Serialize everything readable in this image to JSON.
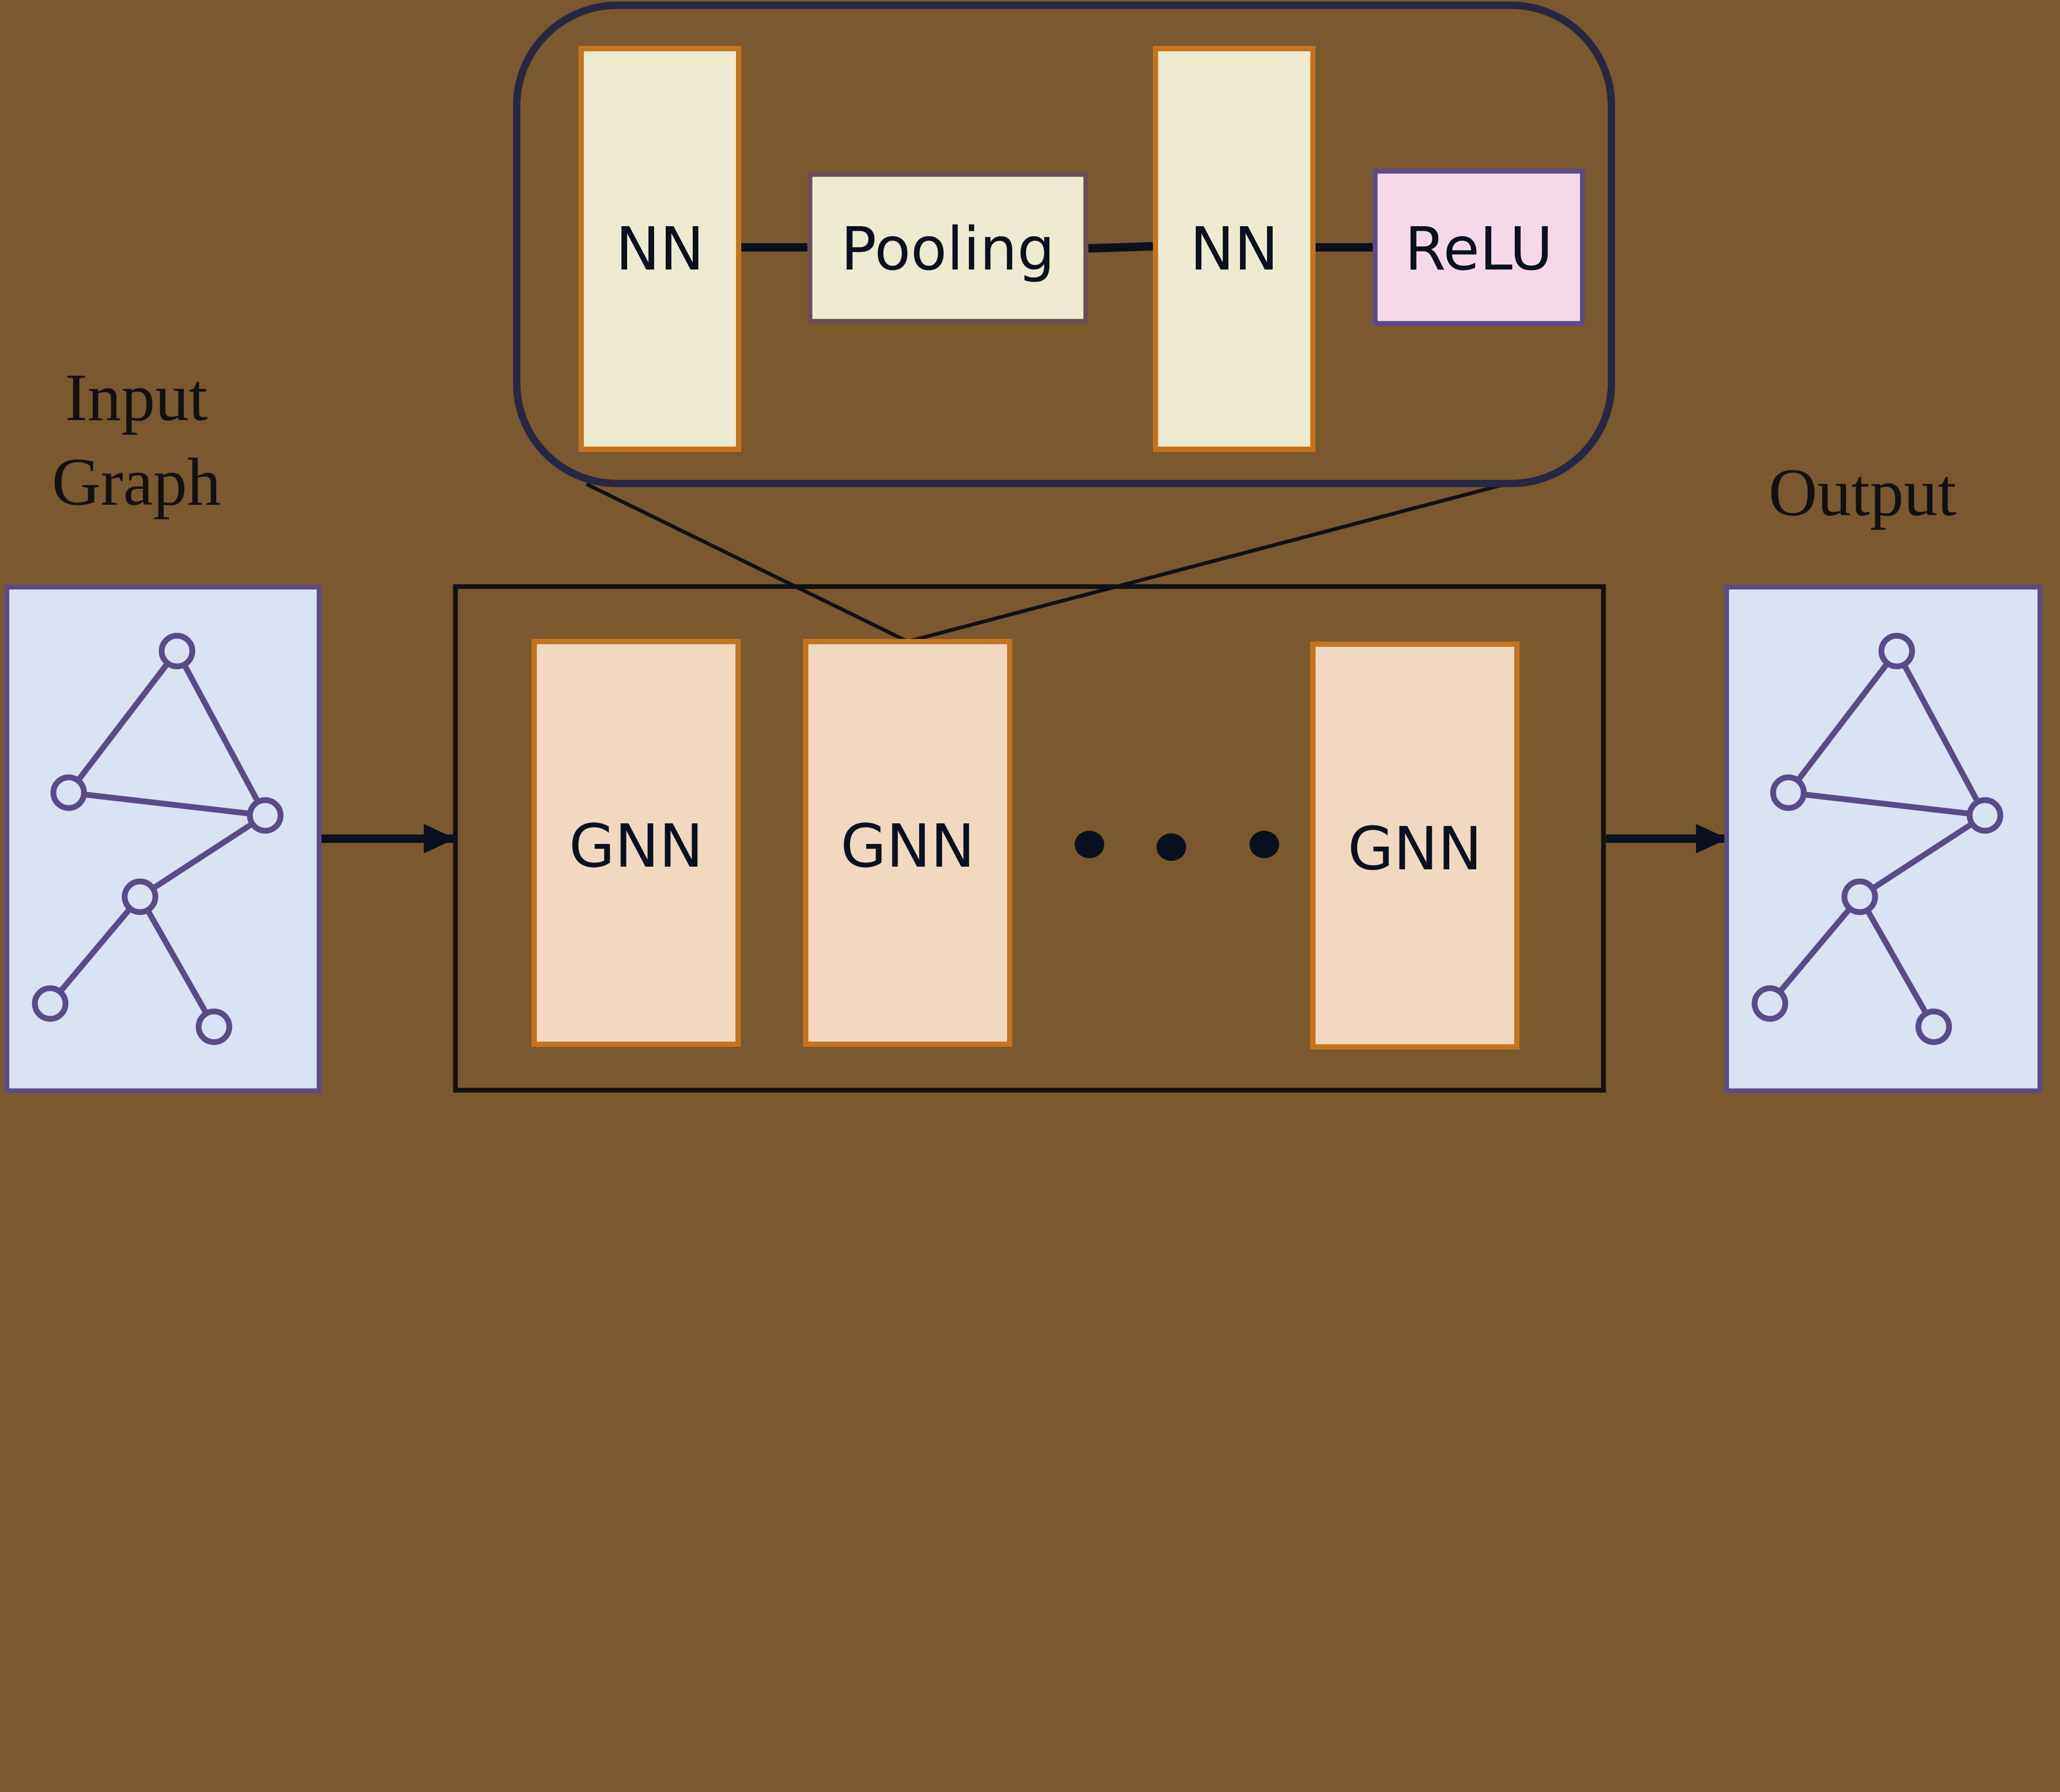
{
  "labels": {
    "input_line1": "Input",
    "input_line2": "Graph",
    "output": "Output"
  },
  "detail_block": {
    "nn_first": "NN",
    "pooling": "Pooling",
    "nn_second": "NN",
    "relu": "ReLU"
  },
  "gnn_stack": {
    "block1": "GNN",
    "block2": "GNN",
    "block3": "GNN",
    "ellipsis": "• • •"
  },
  "colors": {
    "background": "#7a592e",
    "graph_panel_fill": "#dae3f3",
    "graph_panel_border": "#5b4a8a",
    "node_and_edge": "#5b4a8a",
    "nn_fill": "#eeead1",
    "nn_border": "#c5741d",
    "pooling_border": "#6a4e52",
    "relu_fill": "#f6d9e9",
    "relu_border": "#5b4a8a",
    "gnn_fill": "#f1d8c1",
    "gnn_border": "#c5741d",
    "callout_border": "#262645",
    "outline": "#111111",
    "arrow": "#0b1020"
  },
  "icons": {
    "graph": "tree-graph-icon"
  }
}
